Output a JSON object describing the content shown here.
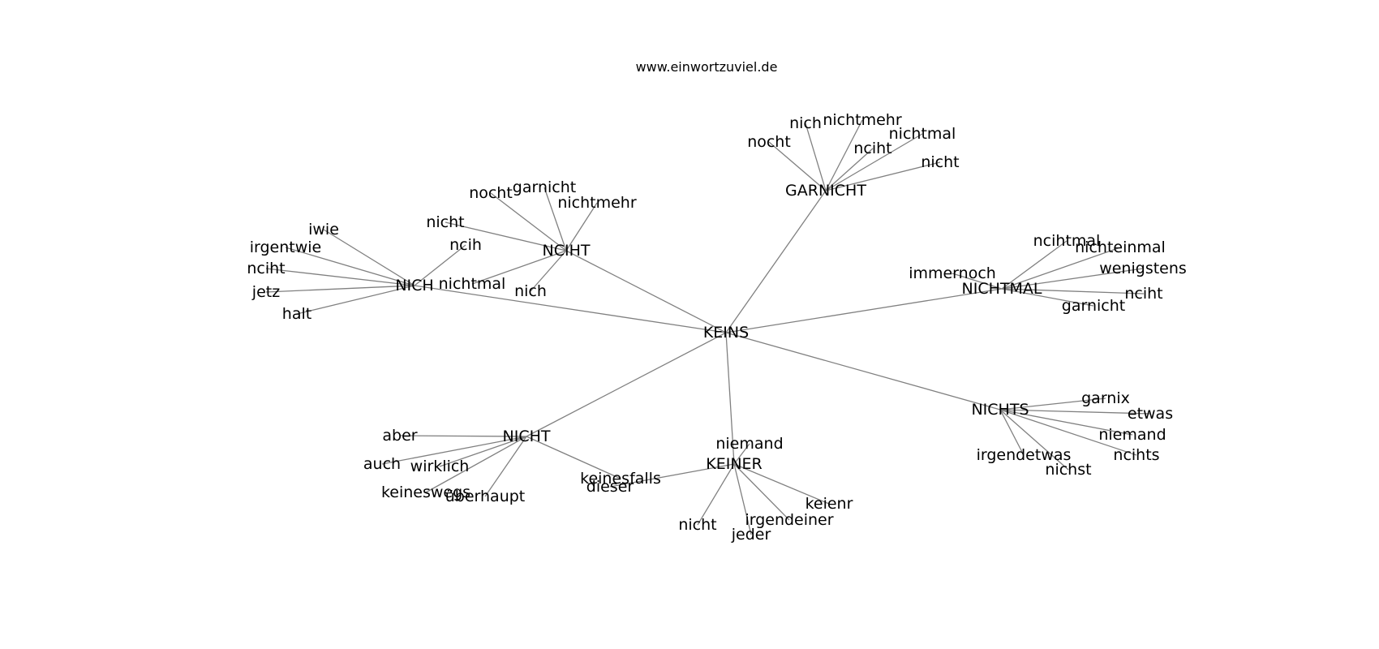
{
  "header": {
    "site": "www.einwortzuviel.de"
  },
  "graph": {
    "root": "KEINS",
    "hubs": [
      {
        "label": "NICH",
        "children": [
          "iwie",
          "irgentwie",
          "nciht",
          "jetz",
          "halt",
          "ncih"
        ]
      },
      {
        "label": "NCIHT",
        "children": [
          "nocht",
          "garnicht",
          "nichtmehr",
          "nicht",
          "nichtmal",
          "nich"
        ]
      },
      {
        "label": "GARNICHT",
        "children": [
          "nocht",
          "nich",
          "nichtmehr",
          "nichtmal",
          "nciht",
          "nicht"
        ]
      },
      {
        "label": "NICHTMAL",
        "children": [
          "ncihtmal",
          "nichteinmal",
          "immernoch",
          "wenigstens",
          "nciht",
          "garnicht"
        ]
      },
      {
        "label": "NICHTS",
        "children": [
          "garnix",
          "etwas",
          "niemand",
          "ncihts",
          "irgendetwas",
          "nichst"
        ]
      },
      {
        "label": "KEINER",
        "children": [
          "niemand",
          "keienr",
          "irgendeiner",
          "jeder",
          "nicht",
          "dieser"
        ]
      },
      {
        "label": "NICHT",
        "children": [
          "aber",
          "auch",
          "wirklich",
          "keineswegs",
          "überhaupt",
          "keinesfalls"
        ]
      }
    ]
  }
}
